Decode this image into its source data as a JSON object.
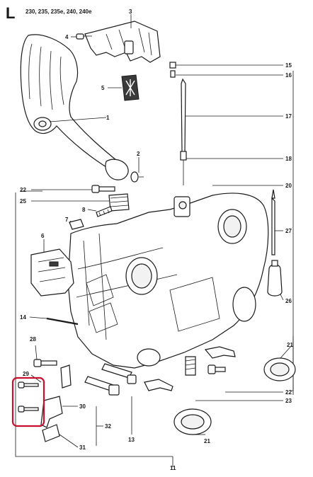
{
  "header": {
    "section": "L",
    "models": "230, 235, 235e, 240, 240e"
  },
  "highlight_color": "#c8102e",
  "callouts": {
    "c1": "1",
    "c2": "2",
    "c3": "3",
    "c4": "4",
    "c5": "5",
    "c6": "6",
    "c7": "7",
    "c8": "8",
    "c11": "11",
    "c13": "13",
    "c14": "14",
    "c15": "15",
    "c16": "16",
    "c17": "17",
    "c18": "18",
    "c20": "20",
    "c21a": "21",
    "c21b": "21",
    "c22a": "22",
    "c22b": "22",
    "c23": "23",
    "c25": "25",
    "c26": "26",
    "c27": "27",
    "c28": "28",
    "c29": "29",
    "c30": "30",
    "c31": "31",
    "c32": "32"
  }
}
